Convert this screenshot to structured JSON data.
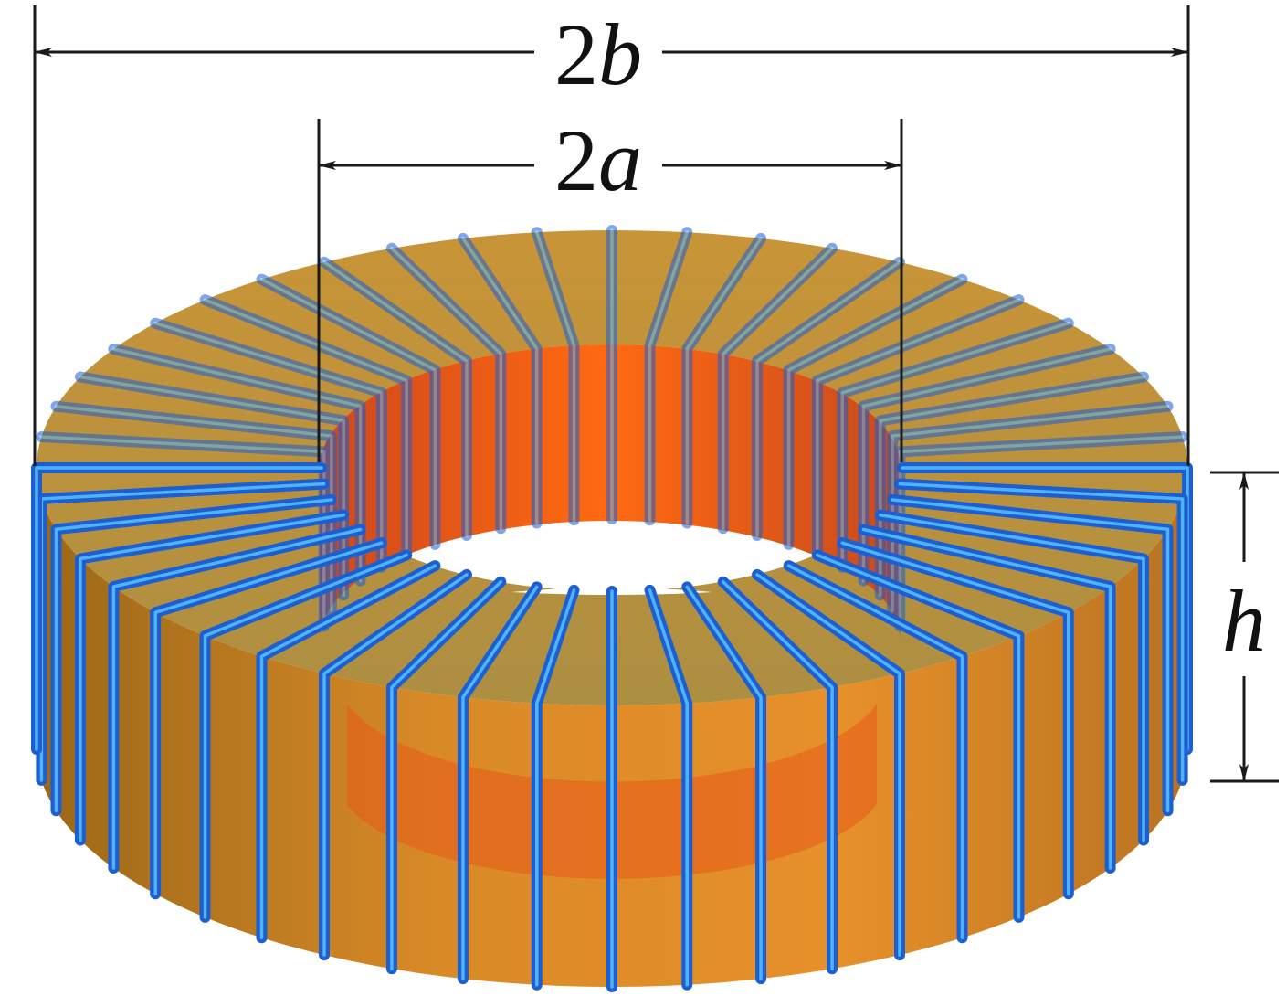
{
  "labels": {
    "outer_prefix": "2",
    "outer_var": "b",
    "inner_prefix": "2",
    "inner_var": "a",
    "height_var": "h"
  },
  "colors": {
    "core_outer": "#e08a24",
    "core_top": "#c9922e",
    "core_inner": "#ff6a10",
    "wire": "#1d5fd0",
    "wire_highlight": "#5ec8ff",
    "dimension_line": "#1a1a1a"
  },
  "icons": {
    "arrow": "arrowhead"
  }
}
